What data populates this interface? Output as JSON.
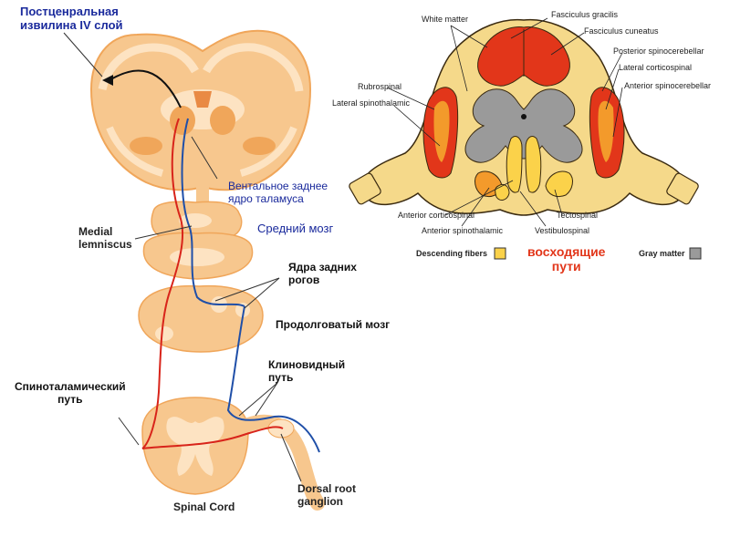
{
  "colors": {
    "brain_fill": "#f7c78e",
    "brain_light": "#fde3c2",
    "brain_dark": "#f0a65a",
    "pathway_red": "#d8241a",
    "pathway_blue": "#1f4fa8",
    "tract_red": "#e2361a",
    "tract_orange": "#f39a2b",
    "descending_yellow": "#fbd24a",
    "cord_outline": "#f5d98a",
    "gray_matter": "#9a9a9a"
  },
  "left_diagram": {
    "postcentral": "Постценральная\nизвилина IV слой",
    "thalamus": "Вентальное заднее\nядро таламуса",
    "midbrain": "Средний мозг",
    "medial_lemniscus": "Medial\nlemniscus",
    "dorsal_horn_nuclei": "Ядра задних\nрогов",
    "medulla": "Продолговатый мозг",
    "cuneate_path": "Клиновидный\nпуть",
    "spinothalamic": "Спиноталамический\nпуть",
    "drg": "Dorsal root\nganglion",
    "spinal_cord": "Spinal Cord"
  },
  "right_diagram": {
    "white_matter": "White matter",
    "fasciculus_gracilis": "Fasciculus gracilis",
    "fasciculus_cuneatus": "Fasciculus cuneatus",
    "posterior_spinocerebellar": "Posterior spinocerebellar",
    "lateral_corticospinal": "Lateral corticospinal",
    "anterior_spinocerebellar": "Anterior spinocerebellar",
    "rubrospinal": "Rubrospinal",
    "lateral_spinothalamic": "Lateral spinothalamic",
    "anterior_corticospinal": "Anterior corticospinal",
    "anterior_spinothalamic": "Anterior spinothalamic",
    "vestibulospinal": "Vestibulospinal",
    "tectospinal": "Tectospinal",
    "descending_fibers": "Descending fibers",
    "ascending_paths": "восходящие\nпути",
    "gray_matter": "Gray matter"
  }
}
